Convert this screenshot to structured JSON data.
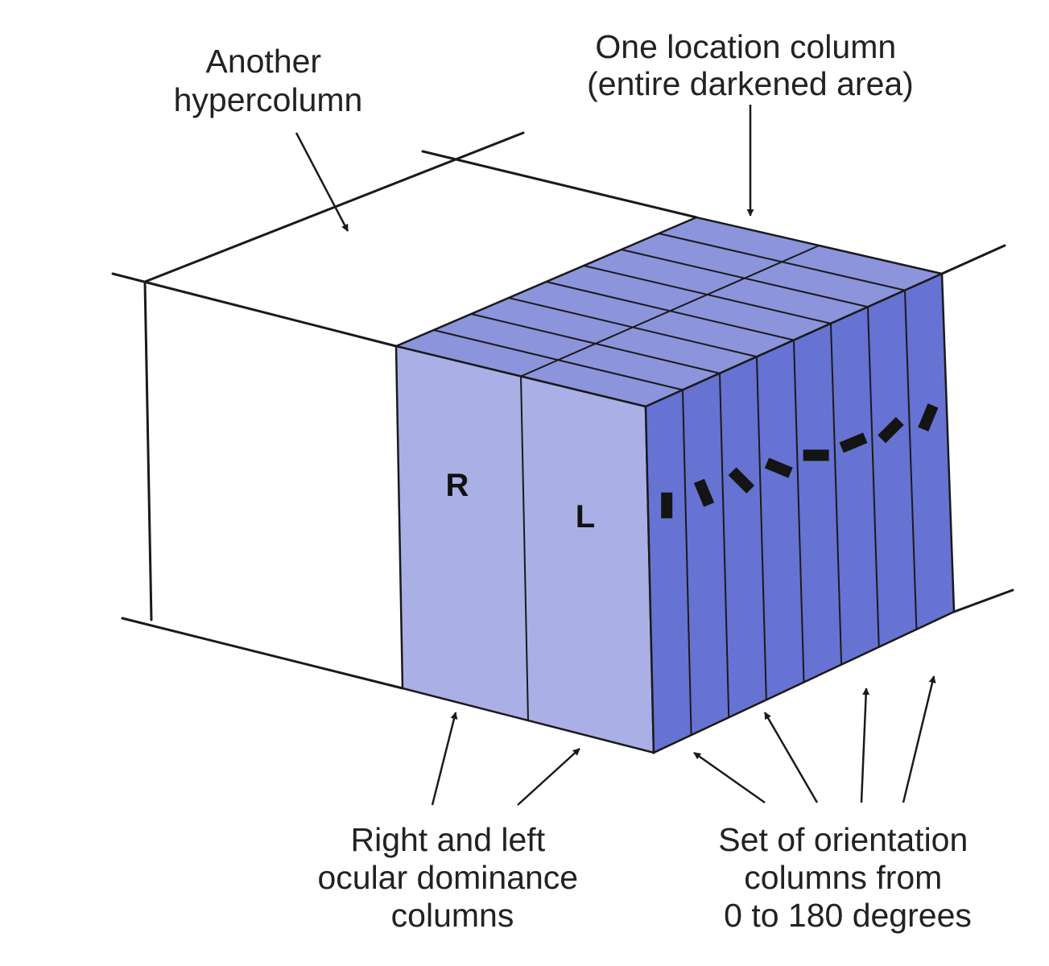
{
  "labels": {
    "another_hypercolumn": [
      "Another",
      "hypercolumn"
    ],
    "location_column": [
      "One location column",
      "(entire darkened area)"
    ],
    "ocular_dominance": [
      "Right and left",
      "ocular dominance",
      "columns"
    ],
    "orientation_set": [
      "Set of orientation",
      "columns from",
      "0 to 180 degrees"
    ]
  },
  "ocular_letters": {
    "right": "R",
    "left": "L"
  },
  "orientation_degrees": [
    0,
    22.5,
    45,
    67.5,
    90,
    112.5,
    135,
    157.5
  ],
  "colors": {
    "ocular_face": "#aab0e6",
    "orientation_face": "#6673d2",
    "top_face": "#8c94dc",
    "outline": "#1a1a1a",
    "background": "#ffffff"
  }
}
